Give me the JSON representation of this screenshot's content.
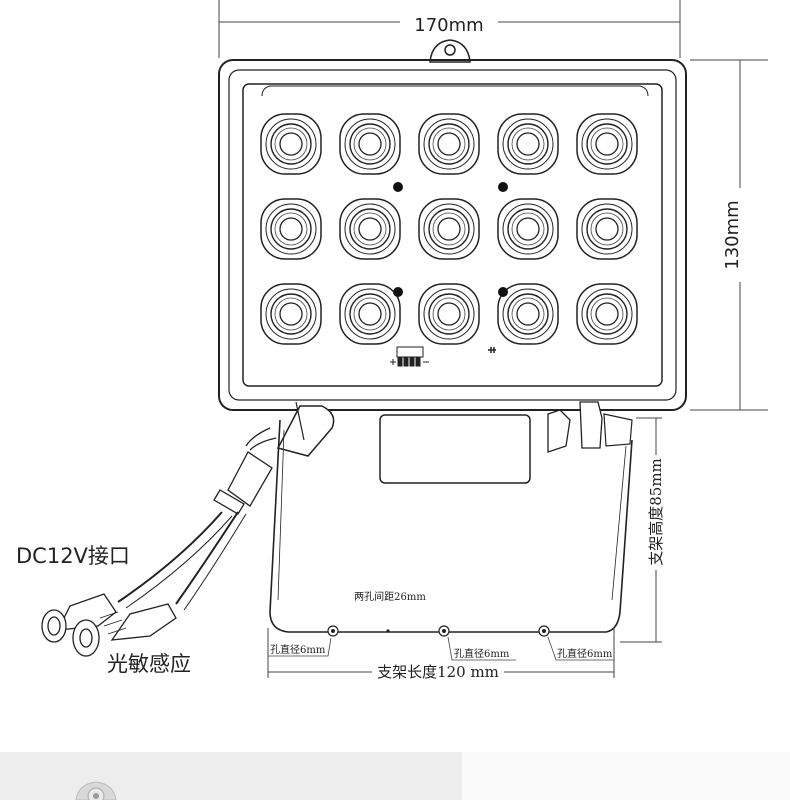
{
  "dimensions": {
    "width": "170mm",
    "height": "130mm",
    "bracket_height": "支架高度85mm",
    "bracket_length": "支架长度120 mm",
    "hole_spacing": "两孔间距26mm",
    "hole_diameter": "孔直径6mm"
  },
  "labels": {
    "dc_port": "DC12V接口",
    "photosensor": "光敏感应"
  },
  "led_grid": {
    "rows": 3,
    "cols": 5
  },
  "colors": {
    "line": "#222222",
    "panel": "#ededed"
  }
}
